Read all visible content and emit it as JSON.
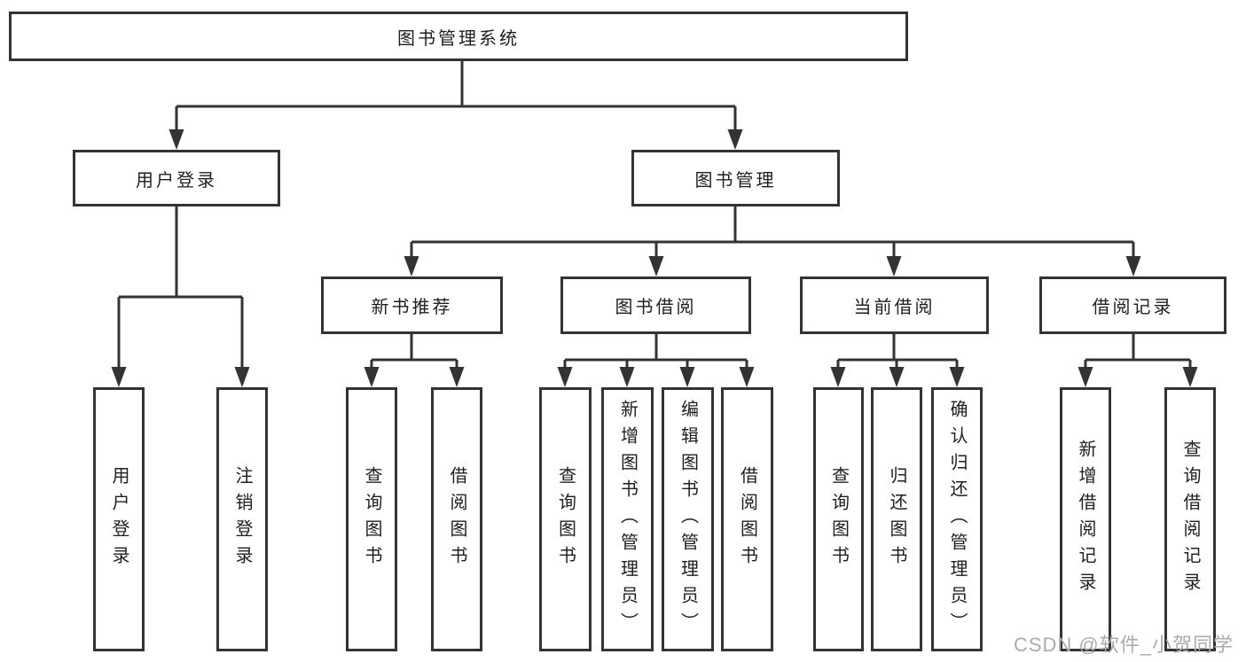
{
  "colors": {
    "line": "#333333",
    "box_border": "#333333",
    "text": "#1f1f1f",
    "watermark": "#ababab",
    "background": "#ffffff"
  },
  "nodes": {
    "root": {
      "label": "图书管理系统"
    },
    "level2": [
      {
        "label": "用户登录",
        "parent": "图书管理系统"
      },
      {
        "label": "图书管理",
        "parent": "图书管理系统"
      }
    ],
    "level3": [
      {
        "label": "新书推荐",
        "parent": "图书管理"
      },
      {
        "label": "图书借阅",
        "parent": "图书管理"
      },
      {
        "label": "当前借阅",
        "parent": "图书管理"
      },
      {
        "label": "借阅记录",
        "parent": "图书管理"
      }
    ],
    "leaves": [
      {
        "label": "用户登录",
        "parent": "用户登录"
      },
      {
        "label": "注销登录",
        "parent": "用户登录"
      },
      {
        "label": "查询图书",
        "parent": "新书推荐"
      },
      {
        "label": "借阅图书",
        "parent": "新书推荐"
      },
      {
        "label": "查询图书",
        "parent": "图书借阅"
      },
      {
        "label": "新增图书（管理员）",
        "parent": "图书借阅"
      },
      {
        "label": "编辑图书（管理员）",
        "parent": "图书借阅"
      },
      {
        "label": "借阅图书",
        "parent": "图书借阅"
      },
      {
        "label": "查询图书",
        "parent": "当前借阅"
      },
      {
        "label": "归还图书",
        "parent": "当前借阅"
      },
      {
        "label": "确认归还（管理员）",
        "parent": "当前借阅"
      },
      {
        "label": "新增借阅记录",
        "parent": "借阅记录"
      },
      {
        "label": "查询借阅记录",
        "parent": "借阅记录"
      }
    ]
  },
  "watermark": {
    "text": "CSDN @软件_小贺同学"
  }
}
